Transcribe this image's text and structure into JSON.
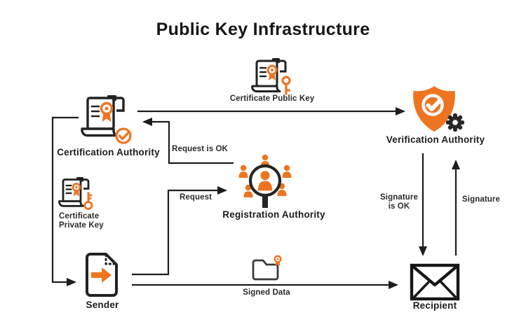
{
  "title": "Public Key Infrastructure",
  "colors": {
    "accent": "#EE7421",
    "ink": "#1E1E1E"
  },
  "nodes": {
    "certification_authority": {
      "label": "Certification Authority",
      "icon": "certificate-check-icon"
    },
    "verification_authority": {
      "label": "Verification Authority",
      "icon": "shield-check-gear-icon"
    },
    "registration_authority": {
      "label": "Registration Authority",
      "icon": "people-magnifier-icon"
    },
    "sender": {
      "label": "Sender",
      "icon": "document-arrow-icon"
    },
    "recipient": {
      "label": "Recipient",
      "icon": "envelope-icon"
    }
  },
  "artifacts": {
    "certificate_public_key": {
      "label": "Certificate Public Key",
      "icon": "certificate-key-icon"
    },
    "certificate_private_key": {
      "line1": "Certificate",
      "line2": "Private Key",
      "icon": "certificate-ring-key-icon"
    },
    "signed_data": {
      "label": "Signed Data",
      "icon": "folder-badge-icon"
    }
  },
  "edges": {
    "certificate_public_key_flow": {
      "from": "Certification Authority",
      "to": "Verification Authority",
      "label": "Certificate Public Key"
    },
    "request": {
      "from": "Sender",
      "to": "Registration Authority",
      "label": "Request"
    },
    "request_is_ok": {
      "from": "Registration Authority",
      "to": "Certification Authority",
      "label": "Request is OK"
    },
    "issue_to_sender": {
      "from": "Certification Authority",
      "to": "Sender",
      "label": ""
    },
    "signed_data": {
      "from": "Sender",
      "to": "Recipient",
      "label": "Signed Data"
    },
    "signature_is_ok": {
      "from": "Verification Authority",
      "to": "Recipient",
      "line1": "Signature",
      "line2": "is OK"
    },
    "signature": {
      "from": "Recipient",
      "to": "Verification Authority",
      "label": "Signature"
    }
  }
}
